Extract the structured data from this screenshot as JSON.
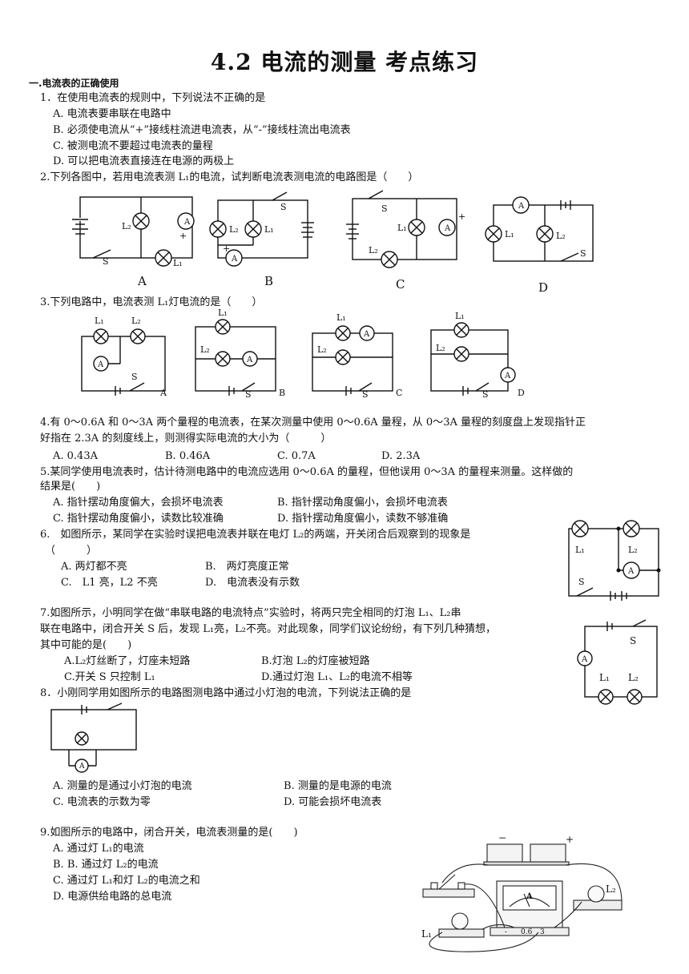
{
  "title": "4.2 电流的测量 考点练习",
  "section1": "一.电流表的正确使用",
  "q1": {
    "stem": "1．在使用电流表的规则中，下列说法不正确的是",
    "options": [
      "A.  电流表要串联在电路中",
      "B.  必须使电流从“+”接线柱流进电流表，从“-”接线柱流出电流表",
      "C.  被测电流不要超过电流表的量程",
      "D.  可以把电流表直接连在电源的两极上"
    ]
  },
  "q2": {
    "stem": "2.下列各图中，若用电流表测 L₁的电流，试判断电流表测电流的电路图是（　　）",
    "labels": [
      "A",
      "B",
      "C",
      "D"
    ]
  },
  "q3": {
    "stem": "3.下列电路中，电流表测 L₁灯电流的是（　　）",
    "labels": [
      "A",
      "B",
      "C",
      "D"
    ]
  },
  "q4": {
    "stem1": "4.有 0～0.6A 和 0～3A 两个量程的电流表，在某次测量中使用 0～0.6A 量程，从 0～3A 量程的刻度盘上发现指针正",
    "stem2": "好指在 2.3A 的刻度线上，则测得实际电流的大小为（　　　）",
    "options": [
      "A.  0.43A",
      "B.  0.46A",
      "C.  0.7A",
      "D.  2.3A"
    ]
  },
  "q5": {
    "stem1": "5.某同学使用电流表时，估计待测电路中的电流应选用 0～0.6A 的量程，但他误用 0～3A  的量程来测量。这样做的",
    "stem2": "结果是(　　)",
    "options": [
      "A.  指针摆动角度偏大，会损坏电流表",
      "B.  指针摆动角度偏小，会损坏电流表",
      "C.  指针摆动角度偏小，读数比较准确",
      "D.  指针摆动角度偏小，读数不够准确"
    ]
  },
  "q6": {
    "stem1": "6.　如图所示，某同学在实验时误把电流表并联在电灯 L₂的两端，开关闭合后观察到的现象是",
    "stem2": "（　　　）",
    "options": [
      "A.  两灯都不亮",
      "B.　两灯亮度正常",
      "C.　L1 亮，L2 不亮",
      "D.　电流表没有示数"
    ]
  },
  "q7": {
    "stem1": "7.如图所示，小明同学在做“串联电路的电流特点”实验时，将两只完全相同的灯泡 L₁、L₂串",
    "stem2": "联在电路中，闭合开关 S 后，发现 L₁亮，L₂不亮。对此现象，同学们议论纷纷，有下列几种猜想，",
    "stem3": "其中可能的是(　　)",
    "options": [
      "A.L₂灯丝断了，灯座未短路",
      "B.灯泡 L₂的灯座被短路",
      "C.开关 S 只控制 L₁",
      "D.通过灯泡 L₁、L₂的电流不相等"
    ]
  },
  "q8": {
    "stem": "8．小刚同学用如图所示的电路图测电路中通过小灯泡的电流，下列说法正确的是",
    "options": [
      "A.  测量的是通过小灯泡的电流",
      "B.  测量的是电源的电流",
      "C.  电流表的示数为零",
      "D.  可能会损坏电流表"
    ]
  },
  "q9": {
    "stem": "9.如图所示的电路中，闭合开关，电流表测量的是(　　)",
    "options": [
      "A.  通过灯 L₁的电流",
      "B. B.  通过灯 L₂的电流",
      "C.  通过灯 L₁和灯 L₂的电流之和",
      "D.  电源供给电路的总电流"
    ]
  },
  "symbols": {
    "ammeter": "A",
    "switch": "S",
    "lamp1": "L₁",
    "lamp2": "L₂",
    "plus": "+",
    "minus": "−",
    "meter_scale": [
      "-",
      "0.6",
      "3"
    ]
  }
}
